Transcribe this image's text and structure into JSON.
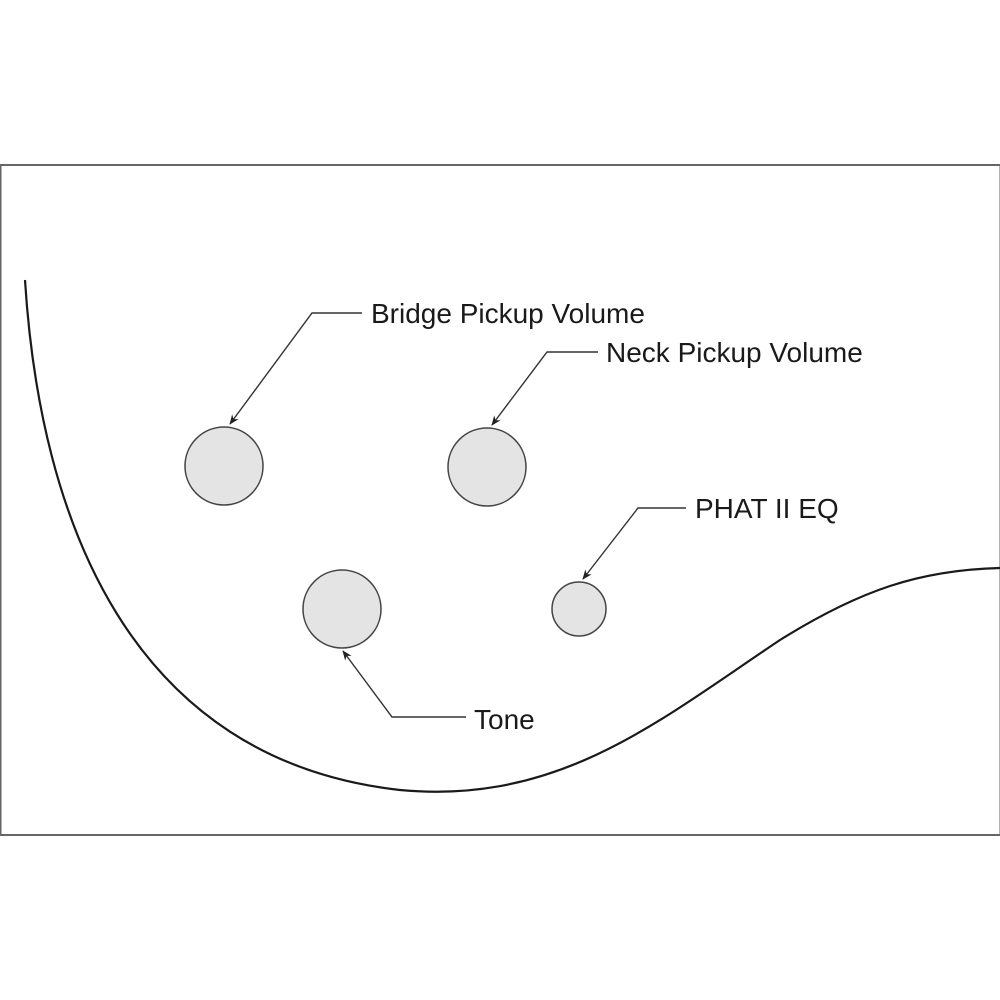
{
  "diagram": {
    "labels": {
      "bridge": "Bridge Pickup Volume",
      "neck": "Neck Pickup Volume",
      "phat": "PHAT II EQ",
      "tone": "Tone"
    },
    "colors": {
      "knob_fill": "#e4e4e4",
      "outline": "#1a1a1a",
      "frame": "#666666"
    }
  }
}
